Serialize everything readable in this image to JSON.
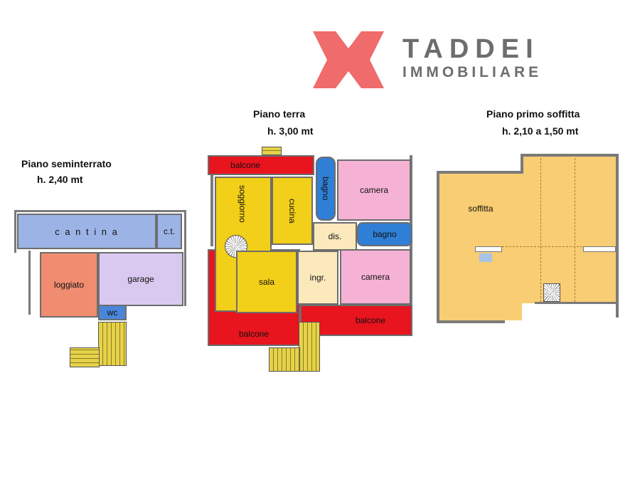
{
  "brand": {
    "name": "TADDEI",
    "subtitle": "IMMOBILIARE",
    "logo_color": "#f06b6b",
    "text_color": "#6d6d6d"
  },
  "floors": {
    "basement": {
      "title": "Piano seminterrato",
      "height": "h. 2,40  mt",
      "rooms": {
        "cantina": "c a n t i n a",
        "ct": "c.t.",
        "loggiato": "loggiato",
        "garage": "garage",
        "wc": "wc"
      }
    },
    "ground": {
      "title": "Piano terra",
      "height": "h. 3,00 mt",
      "rooms": {
        "balcone_top": "balcone",
        "soggiorno": "soggiorno",
        "cucina": "cucina",
        "bagno_1": "bagno",
        "camera_1": "camera",
        "dis": "dis.",
        "bagno_2": "bagno",
        "sala": "sala",
        "ingr": "ingr.",
        "camera_2": "camera",
        "balcone_left": "balcone",
        "balcone_right": "balcone"
      }
    },
    "attic": {
      "title": "Piano primo soffitta",
      "height": "h. 2,10 a 1,50 mt",
      "rooms": {
        "soffitta": "soffitta"
      }
    }
  },
  "colors": {
    "cantina": "#9cb3e6",
    "loggiato": "#f08c70",
    "garage": "#d9c9f0",
    "wc": "#4a86d8",
    "balcone": "#e8141e",
    "soggiorno": "#f2cf18",
    "bagno": "#2f7fd6",
    "camera": "#f6b2d4",
    "corridor": "#fbe9bc",
    "soffitta": "#f8cd73"
  }
}
